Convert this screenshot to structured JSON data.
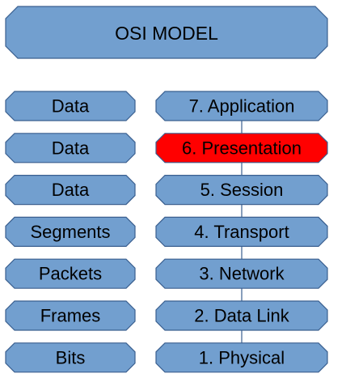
{
  "title": "OSI MODEL",
  "colors": {
    "box_fill": "#729fcf",
    "box_stroke": "#3a5f8f",
    "highlight_fill": "#ff0000",
    "connector": "#3a5f8f",
    "text": "#000000"
  },
  "highlighted_layer": 6,
  "rows": [
    {
      "data_unit": "Data",
      "layer": "7. Application"
    },
    {
      "data_unit": "Data",
      "layer": "6. Presentation"
    },
    {
      "data_unit": "Data",
      "layer": "5. Session"
    },
    {
      "data_unit": "Segments",
      "layer": "4. Transport"
    },
    {
      "data_unit": "Packets",
      "layer": "3. Network"
    },
    {
      "data_unit": "Frames",
      "layer": "2. Data Link"
    },
    {
      "data_unit": "Bits",
      "layer": "1. Physical"
    }
  ]
}
